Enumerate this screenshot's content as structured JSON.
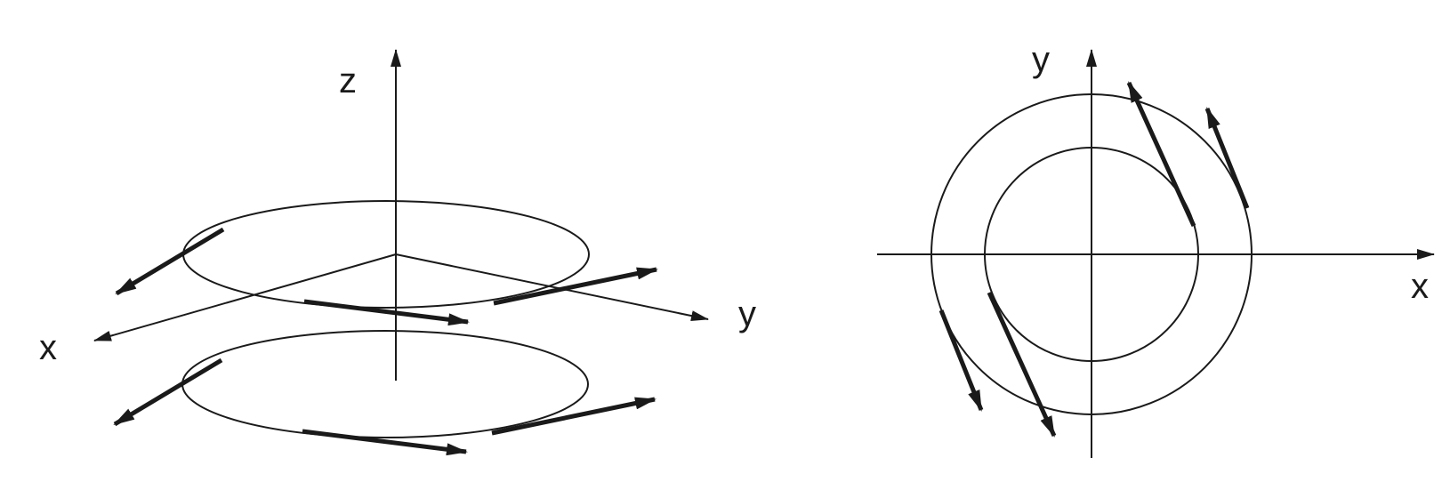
{
  "colors": {
    "ink": "#1a1a1a",
    "background": "#ffffff"
  },
  "left_panel": {
    "axis_labels": {
      "z": "z",
      "x": "x",
      "y": "y"
    }
  },
  "right_panel": {
    "axis_labels": {
      "x": "x",
      "y": "y"
    }
  }
}
